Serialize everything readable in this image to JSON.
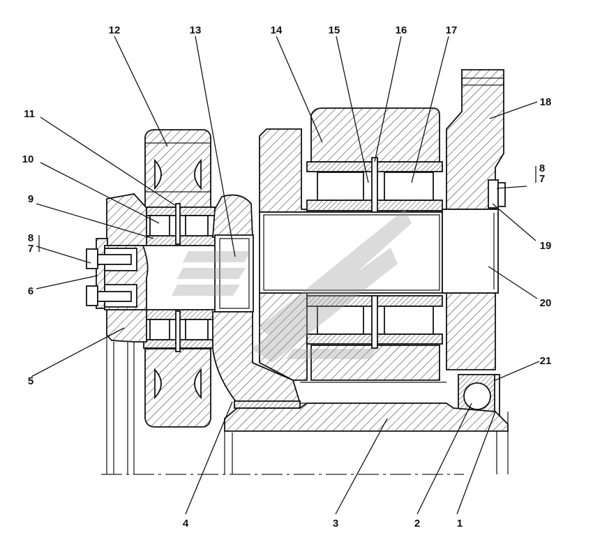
{
  "drawing": {
    "callouts": [
      "1",
      "2",
      "3",
      "4",
      "5",
      "6",
      "7",
      "8",
      "9",
      "10",
      "11",
      "12",
      "13",
      "14",
      "15",
      "16",
      "17",
      "18",
      "19",
      "20",
      "21"
    ],
    "stacked_left": {
      "top": "8",
      "bottom": "7"
    },
    "stacked_right": {
      "top": "8",
      "bottom": "7"
    }
  }
}
